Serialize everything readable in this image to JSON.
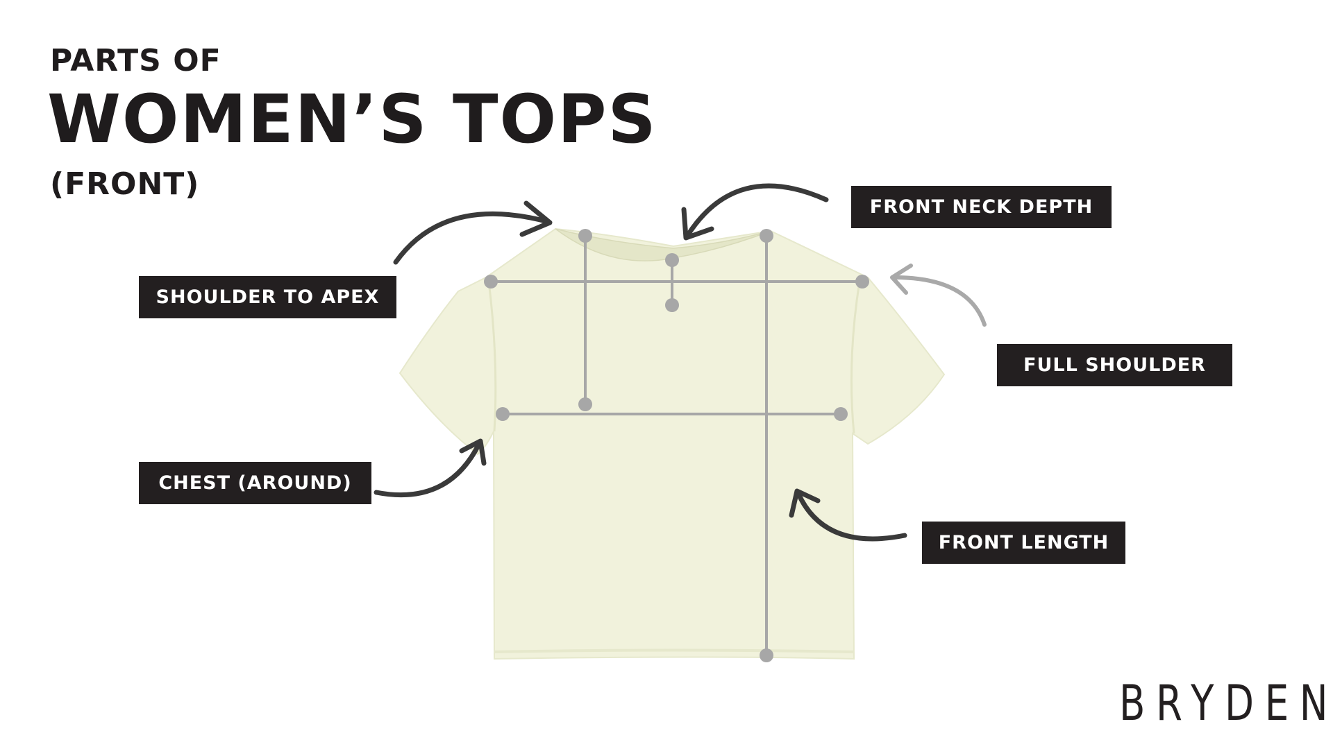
{
  "title": {
    "line1": "PARTS OF",
    "line2": "WOMEN’S TOPS",
    "line3": "(FRONT)"
  },
  "labels": {
    "shoulder_to_apex": "SHOULDER TO APEX",
    "chest_around": "CHEST (AROUND)",
    "front_neck_depth": "FRONT NECK DEPTH",
    "full_shoulder": "FULL SHOULDER",
    "front_length": "FRONT LENGTH"
  },
  "brand": "BRYDEN",
  "colors": {
    "label_background": "#231f20",
    "label_text": "#ffffff",
    "garment": "#f1f2dc",
    "measure_line": "#a7a7a7",
    "arrow_dark": "#3a3a3a",
    "arrow_light": "#a9a9a9"
  }
}
